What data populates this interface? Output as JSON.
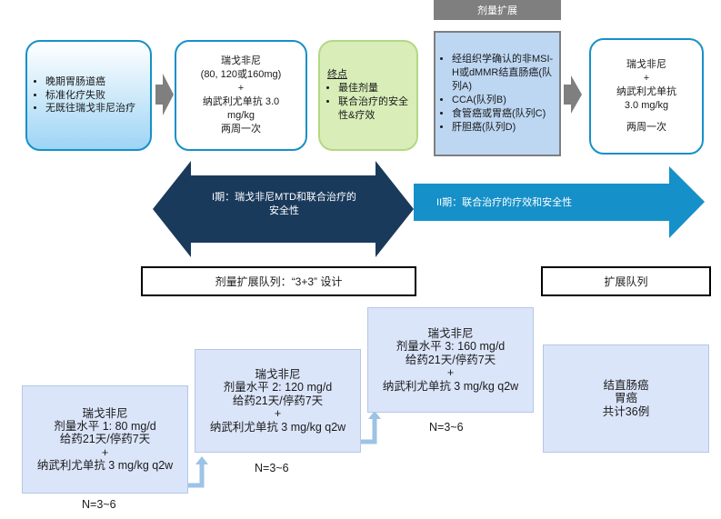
{
  "header": {
    "dose_expansion_tag": "剂量扩展"
  },
  "flow": {
    "patients": [
      "晚期胃肠道癌",
      "标准化疗失败",
      "无既往瑞戈非尼治疗"
    ],
    "regimen1": {
      "line1": "瑞戈非尼",
      "line2": "(80, 120或160mg)",
      "line3": "+",
      "line4": "纳武利尤单抗 3.0",
      "line5": "mg/kg",
      "line6": "两周一次"
    },
    "endpoints": {
      "title": "终点",
      "items": [
        "最佳剂量",
        "联合治疗的安全性&疗效"
      ]
    },
    "expansion": [
      "经组织学确认的非MSI-H或dMMR结直肠癌(队列A)",
      "CCA(队列B)",
      "食管癌或胃癌(队列C)",
      "肝胆癌(队列D)"
    ],
    "regimen2": {
      "line1": "瑞戈非尼",
      "line2": "+",
      "line3": "纳武利尤单抗",
      "line4": "3.0 mg/kg",
      "line5": "两周一次"
    }
  },
  "phases": {
    "phase1": {
      "line1": "I期：瑞戈非尼MTD和联合治疗的",
      "line2": "安全性"
    },
    "phase2": "II期：联合治疗的疗效和安全性"
  },
  "bars": {
    "dose_escalation": "剂量扩展队列：“3+3” 设计",
    "expansion_cohort": "扩展队列"
  },
  "doses": [
    {
      "l1": "瑞戈非尼",
      "l2": "剂量水平 1: 80 mg/d",
      "l3": "给药21天/停药7天",
      "l4": "+",
      "l5": "纳武利尤单抗 3 mg/kg q2w",
      "n": "N=3~6"
    },
    {
      "l1": "瑞戈非尼",
      "l2": "剂量水平 2: 120 mg/d",
      "l3": "给药21天/停药7天",
      "l4": "+",
      "l5": "纳武利尤单抗 3 mg/kg q2w",
      "n": "N=3~6"
    },
    {
      "l1": "瑞戈非尼",
      "l2": "剂量水平 3: 160 mg/d",
      "l3": "给药21天/停药7天",
      "l4": "+",
      "l5": "纳武利尤单抗 3 mg/kg q2w",
      "n": "N=3~6"
    }
  ],
  "cohort": {
    "l1": "结直肠癌",
    "l2": "胃癌",
    "l3": "共计36例"
  }
}
